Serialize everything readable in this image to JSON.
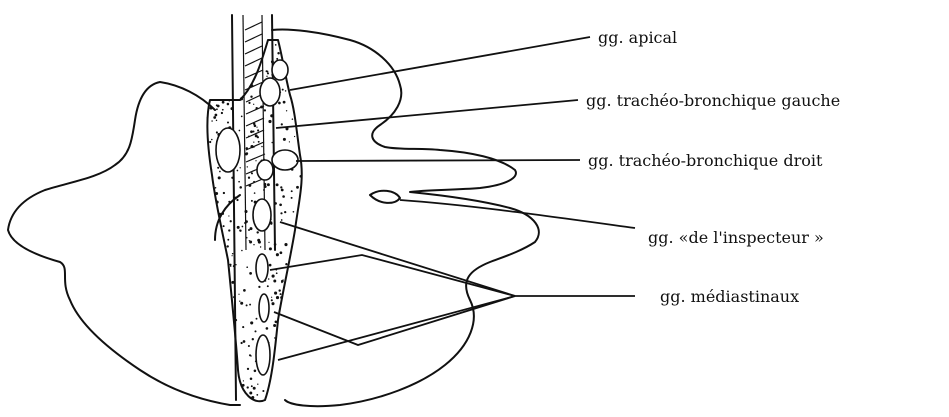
{
  "figure": {
    "labels": {
      "apical": "gg. apical",
      "tracheo_gauche": "gg. trachéo-bronchique gauche",
      "tracheo_droit": "gg. trachéo-bronchique droit",
      "inspecteur": "gg. «de l'inspecteur »",
      "mediastinaux": "gg. médiastinaux"
    },
    "colors": {
      "ink": "#111111",
      "background": "#ffffff"
    }
  }
}
